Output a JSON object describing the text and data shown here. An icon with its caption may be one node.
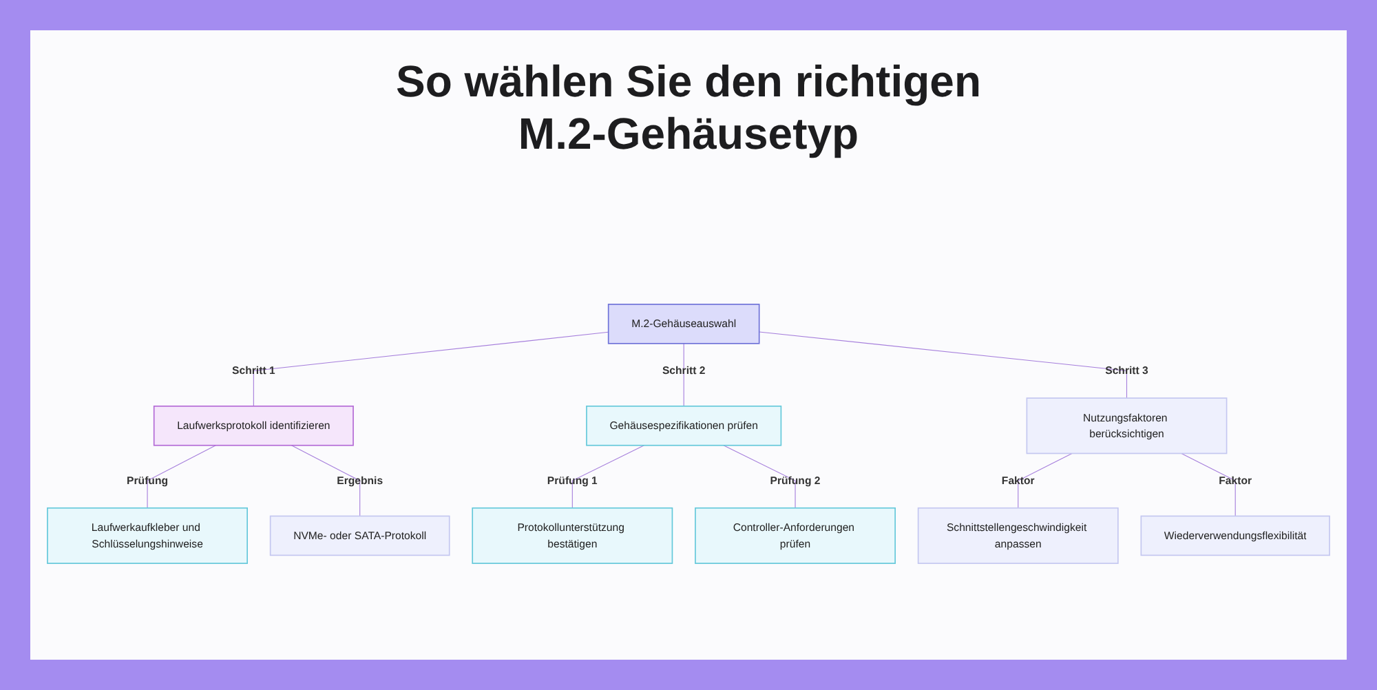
{
  "diagram": {
    "title": "So wählen Sie den richtigen M.2-Gehäusetyp",
    "nodes": [
      {
        "text": [
          "M.2-Gehäuseauswahl"
        ]
      },
      {
        "text": [
          "Laufwerksprotokoll identifizieren"
        ]
      },
      {
        "text": [
          "Gehäusespezifikationen prüfen"
        ]
      },
      {
        "text": [
          "Nutzungsfaktoren berücksichtigen"
        ]
      },
      {
        "text": [
          "Laufwerkaufkleber und Schlüsselungshinweise"
        ]
      },
      {
        "text": [
          "NVMe- oder SATA-Protokoll"
        ]
      },
      {
        "text": [
          "Protokollunterstützung bestätigen"
        ]
      },
      {
        "text": [
          "Controller-Anforderungen prüfen"
        ]
      },
      {
        "text": [
          "Schnittstellengeschwindigkeit anpassen"
        ]
      },
      {
        "text": [
          "Wiederverwendungsflexibilität"
        ]
      }
    ],
    "edges": [
      {
        "from": 0,
        "to": 1,
        "arrow": "none",
        "label": "Schritt 1"
      },
      {
        "from": 0,
        "to": 2,
        "arrow": "none",
        "label": "Schritt 2"
      },
      {
        "from": 0,
        "to": 3,
        "arrow": "none",
        "label": "Schritt 3"
      },
      {
        "from": 1,
        "to": 4,
        "arrow": "none",
        "label": "Prüfung"
      },
      {
        "from": 1,
        "to": 5,
        "arrow": "none",
        "label": "Ergebnis"
      },
      {
        "from": 2,
        "to": 6,
        "arrow": "none",
        "label": "Prüfung 1"
      },
      {
        "from": 2,
        "to": 7,
        "arrow": "none",
        "label": "Prüfung 2"
      },
      {
        "from": 3,
        "to": 8,
        "arrow": "none",
        "label": "Faktor"
      },
      {
        "from": 3,
        "to": 9,
        "arrow": "none",
        "label": "Faktor"
      }
    ]
  }
}
